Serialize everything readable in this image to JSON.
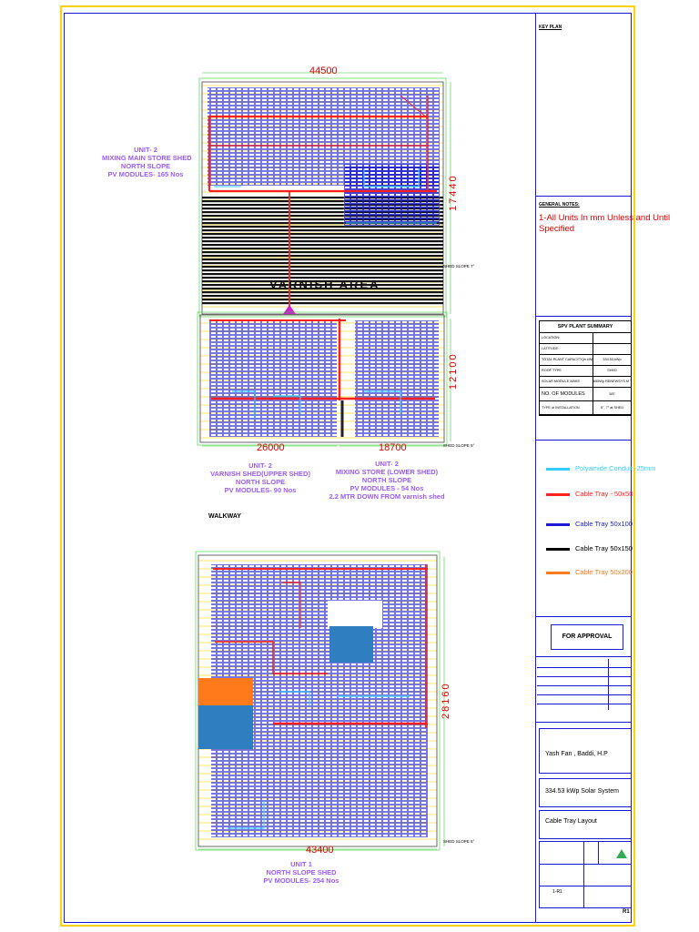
{
  "key_plan": "KEY PLAN",
  "general_notes": {
    "title": "GENERAL NOTES:",
    "line1": "1-All Units In mm Unless and Until",
    "line2": "Specified"
  },
  "summary": {
    "title": "SPV PLANT SUMMARY",
    "rows": [
      {
        "label": "LOCATION:",
        "value": ""
      },
      {
        "label": "LATITUDE:",
        "value": ""
      },
      {
        "label": "TOTAL PLANT CAPACITY(in kWp)",
        "value": "334.53 kWp"
      },
      {
        "label": "ROOF TYPE",
        "value": "SHED"
      },
      {
        "label": "SOLAR MODULE MAKE",
        "value": "655Wp RENEWSYS M TYPE"
      },
      {
        "label": "NO. OF MODULES",
        "value": "587"
      },
      {
        "label": "TYPE of INSTALLATION",
        "value": "5°, 7° at SHED"
      }
    ]
  },
  "legend": [
    {
      "label": "Polyamide Conduit -25mm",
      "color": "#33ccff"
    },
    {
      "label": "Cable Tray - 50x50",
      "color": "#ff2020"
    },
    {
      "label": "Cable Tray 50x100",
      "color": "#1a1ad4"
    },
    {
      "label": "Cable Tray 50x150",
      "color": "#000000"
    },
    {
      "label": "Cable Tray 50x200",
      "color": "#ff7a1a"
    }
  ],
  "approval": "FOR APPROVAL",
  "client": "Yash Fan , Baddi, H.P",
  "system": "334.53 kWp Solar System",
  "drawing_title": "Cable Tray Layout",
  "sheet_no": "1-R1",
  "rev": "R1",
  "plan_top": {
    "dim_width": "44500",
    "dim_height": "17440",
    "label": [
      "UNIT- 2",
      "MIXING MAIN STORE SHED",
      "NORTH SLOPE",
      "PV MODULES- 165 Nos"
    ],
    "center_text": "VARNISH AREA",
    "slope": "SHED SLOPE 7°"
  },
  "plan_mid": {
    "dim_left": "26000",
    "dim_right": "18700",
    "dim_height": "12100",
    "label_left": [
      "UNIT- 2",
      "VARNISH SHED(UPPER SHED)",
      "NORTH SLOPE",
      "PV MODULES- 90 Nos"
    ],
    "label_right": [
      "UNIT- 2",
      "MIXING STORE (LOWER SHED)",
      "NORTH SLOPE",
      "PV MODULES - 54 Nos",
      "2.2 MTR DOWN FROM varnish shed"
    ],
    "slope": "SHED SLOPE 5°"
  },
  "walkway": "WALKWAY",
  "plan_bottom": {
    "dim_width": "43400",
    "dim_height": "28160",
    "label": [
      "UNIT 1",
      "NORTH SLOPE SHED",
      "PV MODULES- 254 Nos"
    ],
    "slope": "SHED SLOPE 5°"
  }
}
